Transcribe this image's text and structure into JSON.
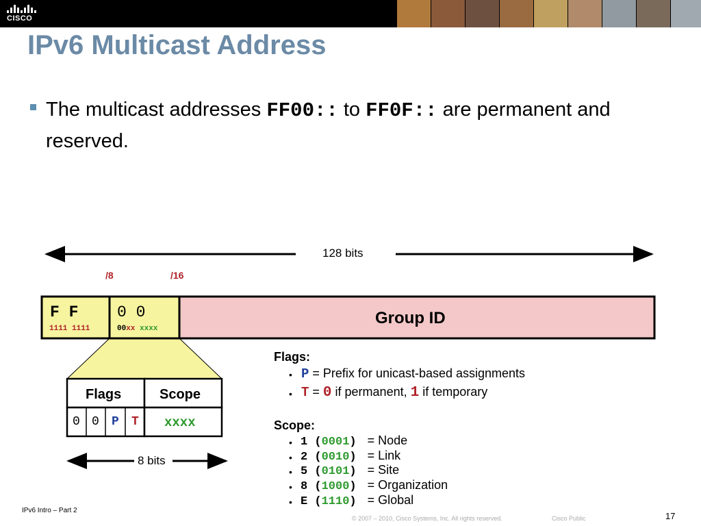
{
  "logo": {
    "text": "CISCO"
  },
  "slide": {
    "title": "IPv6 Multicast Address",
    "bullet": {
      "pre": "The multicast addresses ",
      "code1": "FF00::",
      "mid": " to ",
      "code2": "FF0F::",
      "post": " are permanent and reserved."
    }
  },
  "diagram": {
    "bits_total": "128 bits",
    "prefix8": "/8",
    "prefix16": "/16",
    "field1_top": "F F",
    "field1_bits": "1111 1111",
    "field2_top": "0 0",
    "field2_bits_a": "00",
    "field2_bits_b": "xx",
    "field2_bits_c": "xxxx",
    "group_id": "Group ID",
    "flags_label": "Flags",
    "scope_label": "Scope",
    "flag_bits": [
      "0",
      "0",
      "P",
      "T"
    ],
    "scope_bits": "xxxx",
    "eight_bits": "8 bits"
  },
  "legend": {
    "flags_heading": "Flags:",
    "flag_items": [
      {
        "key": "P",
        "text": " = Prefix for unicast-based assignments"
      },
      {
        "key": "T",
        "eq": " = ",
        "zero": "0",
        "mid": " if permanent, ",
        "one": "1",
        "end": " if temporary"
      }
    ],
    "scope_heading": "Scope:",
    "scope_items": [
      {
        "code": "1",
        "bits": "0001",
        "name": "= Node"
      },
      {
        "code": "2",
        "bits": "0010",
        "name": "= Link"
      },
      {
        "code": "5",
        "bits": "0101",
        "name": "= Site"
      },
      {
        "code": "8",
        "bits": "1000",
        "name": "= Organization"
      },
      {
        "code": "E",
        "bits": "1110",
        "name": "= Global"
      }
    ]
  },
  "footer": {
    "left": "IPv6 Intro – Part 2",
    "copyright": "© 2007 – 2010, Cisco Systems, Inc. All rights reserved.",
    "public": "Cisco Public",
    "page": "17"
  },
  "colors": {
    "title": "#6b8aa6",
    "accent_red": "#b0232a",
    "accent_green": "#2e9a2e",
    "accent_blue": "#1f3f9a",
    "group_fill": "#f4c8c8",
    "callout_fill": "#f7f4a0"
  }
}
